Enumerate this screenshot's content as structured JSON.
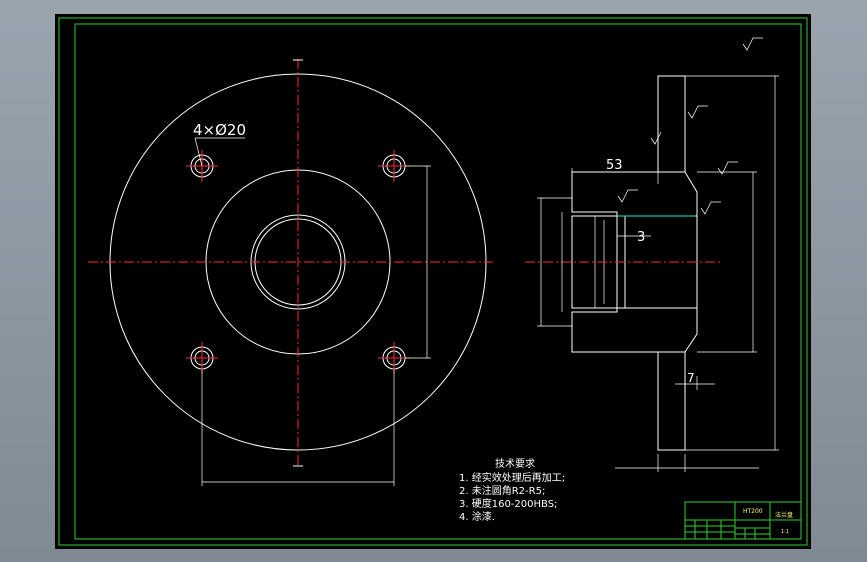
{
  "drawing": {
    "hole_callout": "4×Ø20",
    "dim_length": "53",
    "dim_groove": "3",
    "dim_thickness": "7",
    "tech_requirements": {
      "title": "技术要求",
      "items": [
        "1. 经实效处理后再加工;",
        "2. 未注圆角R2-R5;",
        "3. 硬度160-200HBS;",
        "4. 涂漆."
      ]
    },
    "title_block": {
      "material": "HT200",
      "part_name": "法兰盘",
      "scale": "1:1"
    }
  },
  "colors": {
    "background": "#000000",
    "outline": "#ffffff",
    "centerline": "#ff2a2a",
    "border": "#2bd22b",
    "hatch": "#2bd22b",
    "highlight": "#21e6d6"
  }
}
